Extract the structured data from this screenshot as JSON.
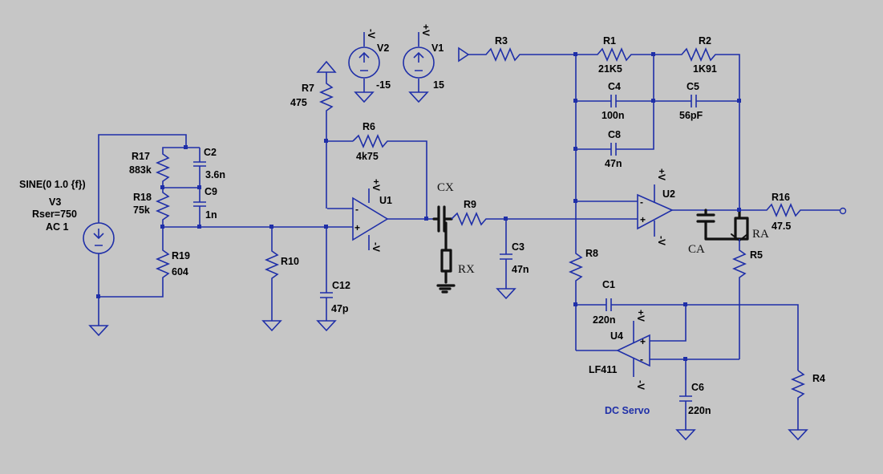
{
  "labels": {
    "v3_src": "SINE(0 1.0 {f})",
    "v3": "V3",
    "v3_rser": "Rser=750",
    "v3_ac": "AC 1",
    "r17": "R17",
    "r17_val": "883k",
    "c2": "C2",
    "c2_val": "3.6n",
    "r18": "R18",
    "r18_val": "75k",
    "c9": "C9",
    "c9_val": "1n",
    "r19": "R19",
    "r19_val": "604",
    "r10": "R10",
    "c12": "C12",
    "c12_val": "47p",
    "r7": "R7",
    "r7_val": "475",
    "r6": "R6",
    "r6_val": "4k75",
    "u1": "U1",
    "v2": "V2",
    "v2_val": "-15",
    "v1": "V1",
    "v1_val": "15",
    "r3": "R3",
    "r1": "R1",
    "r1_val": "21K5",
    "r2": "R2",
    "r2_val": "1K91",
    "c4": "C4",
    "c4_val": "100n",
    "c5": "C5",
    "c5_val": "56pF",
    "c8": "C8",
    "c8_val": "47n",
    "cx": "CX",
    "r9": "R9",
    "rx": "RX",
    "c3": "C3",
    "c3_val": "47n",
    "u2": "U2",
    "r16": "R16",
    "r16_val": "47.5",
    "ca": "CA",
    "ra": "RA",
    "r5": "R5",
    "r8": "R8",
    "c1": "C1",
    "c1_val": "220n",
    "u4": "U4",
    "lf411": "LF411",
    "dc_servo": "DC Servo",
    "c6": "C6",
    "c6_val": "220n",
    "r4": "R4"
  },
  "pins": {
    "vplus": "+V",
    "vminus": "-V",
    "plus": "+",
    "minus": "-"
  },
  "colors": {
    "background": "#c6c6c6",
    "wire": "#1f2fa8",
    "text": "#000000",
    "handdrawn": "#111111"
  }
}
